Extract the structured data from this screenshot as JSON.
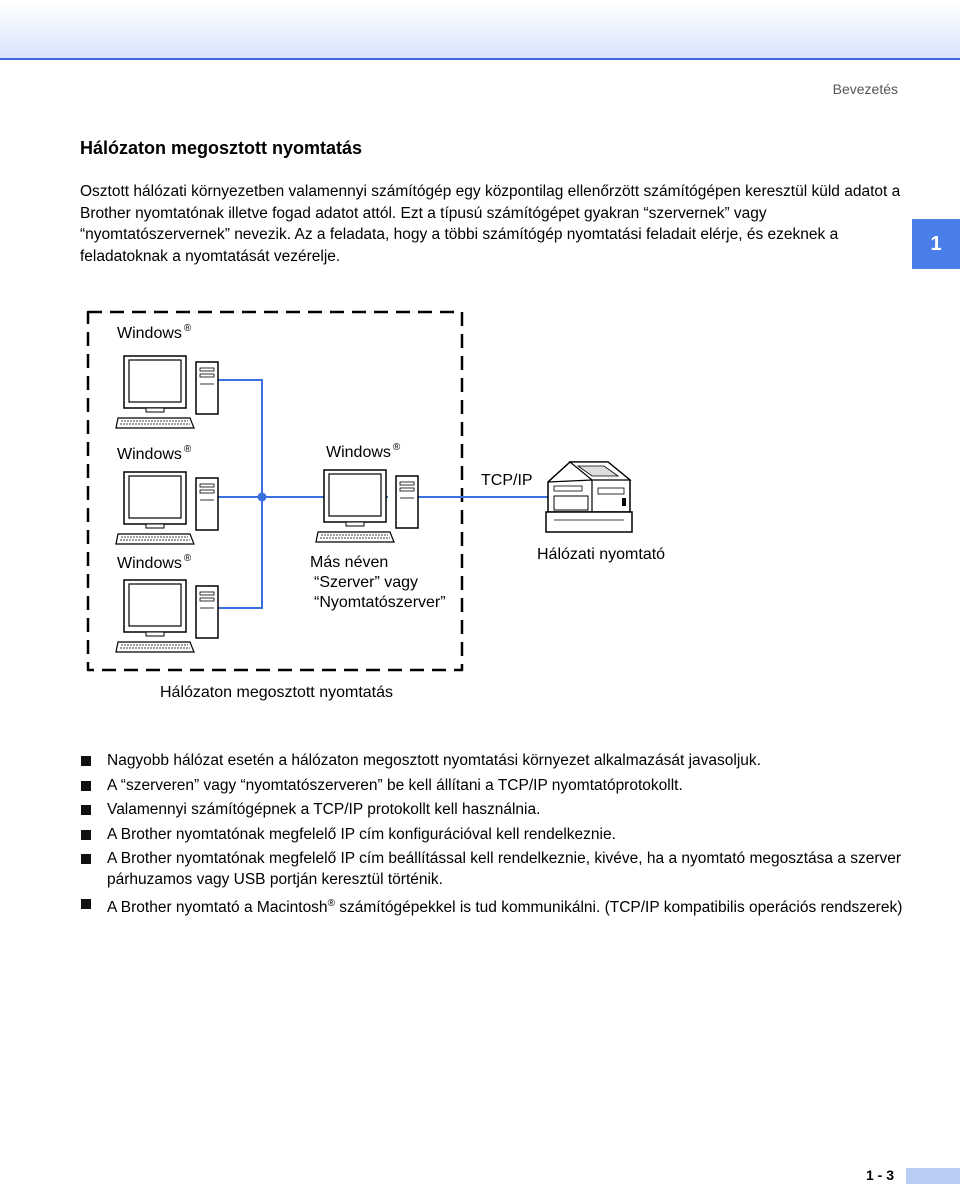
{
  "header": {
    "section": "Bevezetés",
    "chapter": "1"
  },
  "heading": "Hálózaton megosztott nyomtatás",
  "intro": "Osztott hálózati környezetben valamennyi számítógép egy központilag ellenőrzött számítógépen keresztül küld adatot a Brother nyomtatónak illetve fogad adatot attól. Ezt a típusú számítógépet gyakran “szervernek” vagy “nyomtatószervernek” nevezik. Az a feladata, hogy a többi számítógép nyomtatási feladait elérje, és ezeknek a feladatoknak a nyomtatását vezérelje.",
  "diagram": {
    "windows": "Windows",
    "reg": "®",
    "protocol": "TCP/IP",
    "server_caption": [
      "Más néven",
      "“Szerver” vagy",
      "“Nyomtatószerver”"
    ],
    "printer_caption": "Hálózati nyomtató",
    "caption": "Hálózaton megosztott nyomtatás"
  },
  "bullets": [
    "Nagyobb hálózat esetén a hálózaton megosztott nyomtatási környezet alkalmazását javasoljuk.",
    "A “szerveren” vagy “nyomtatószerveren” be kell állítani a TCP/IP nyomtatóprotokollt.",
    "Valamennyi számítógépnek a TCP/IP protokollt kell használnia.",
    "A Brother nyomtatónak megfelelő IP cím konfigurációval kell rendelkeznie.",
    "A Brother nyomtatónak megfelelő IP cím beállítással kell rendelkeznie, kivéve, ha a nyomtató megosztása a szerver párhuzamos vagy USB portján keresztül történik."
  ],
  "bullet_last": {
    "before": "A Brother nyomtató a Macintosh",
    "reg": "®",
    "after": " számítógépekkel is tud kommunikálni. (TCP/IP kompatibilis operációs rendszerek)"
  },
  "footer": {
    "page": "1 - 3"
  },
  "colors": {
    "accent": "#4a7ee8",
    "line": "#3a6fe0",
    "band": "#4169d8"
  }
}
